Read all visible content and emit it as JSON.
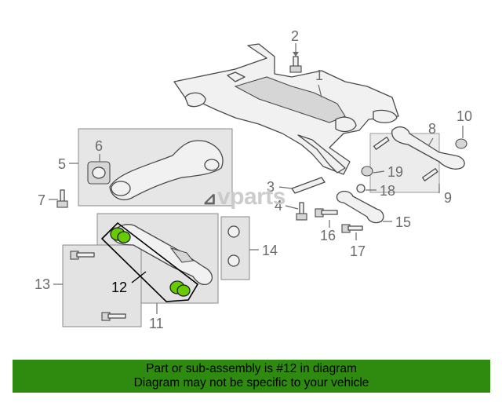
{
  "diagram": {
    "callouts": {
      "c1": "1",
      "c2": "2",
      "c3": "3",
      "c4": "4",
      "c5": "5",
      "c6": "6",
      "c7": "7",
      "c8": "8",
      "c9": "9",
      "c10": "10",
      "c11": "11",
      "c12": "12",
      "c13": "13",
      "c14": "14",
      "c15": "15",
      "c16": "16",
      "c17": "17",
      "c18": "18",
      "c19": "19"
    },
    "highlighted_part": "12",
    "highlight_color": "#66cc00"
  },
  "watermark": {
    "mark": "⊿",
    "text": "vparts"
  },
  "banner": {
    "line1": "Part or sub-assembly is #12 in diagram",
    "line2": "Diagram may not be specific to your vehicle",
    "color": "#2e8b0f"
  }
}
